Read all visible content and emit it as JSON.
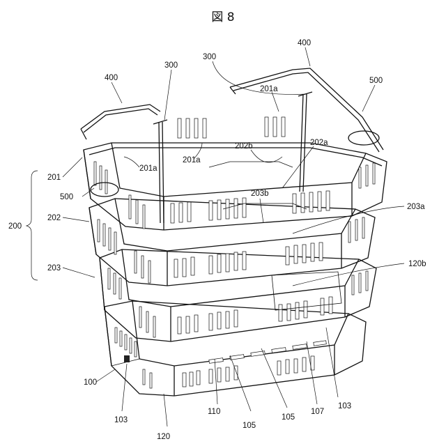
{
  "figure": {
    "title": "図 8"
  },
  "labels": {
    "l400_left": "400",
    "l400_right": "400",
    "l300_left": "300",
    "l300_right": "300",
    "l500_right": "500",
    "l500_left": "500",
    "l201a_top": "201a",
    "l201a_left": "201a",
    "l201a_mid": "201a",
    "l202b": "202b",
    "l202a": "202a",
    "l203b": "203b",
    "l203a": "203a",
    "l201": "201",
    "l202": "202",
    "l203": "203",
    "l200": "200",
    "l120b": "120b",
    "l100": "100",
    "l103_left": "103",
    "l103_right": "103",
    "l120": "120",
    "l110": "110",
    "l105_a": "105",
    "l105_b": "105",
    "l107": "107"
  }
}
